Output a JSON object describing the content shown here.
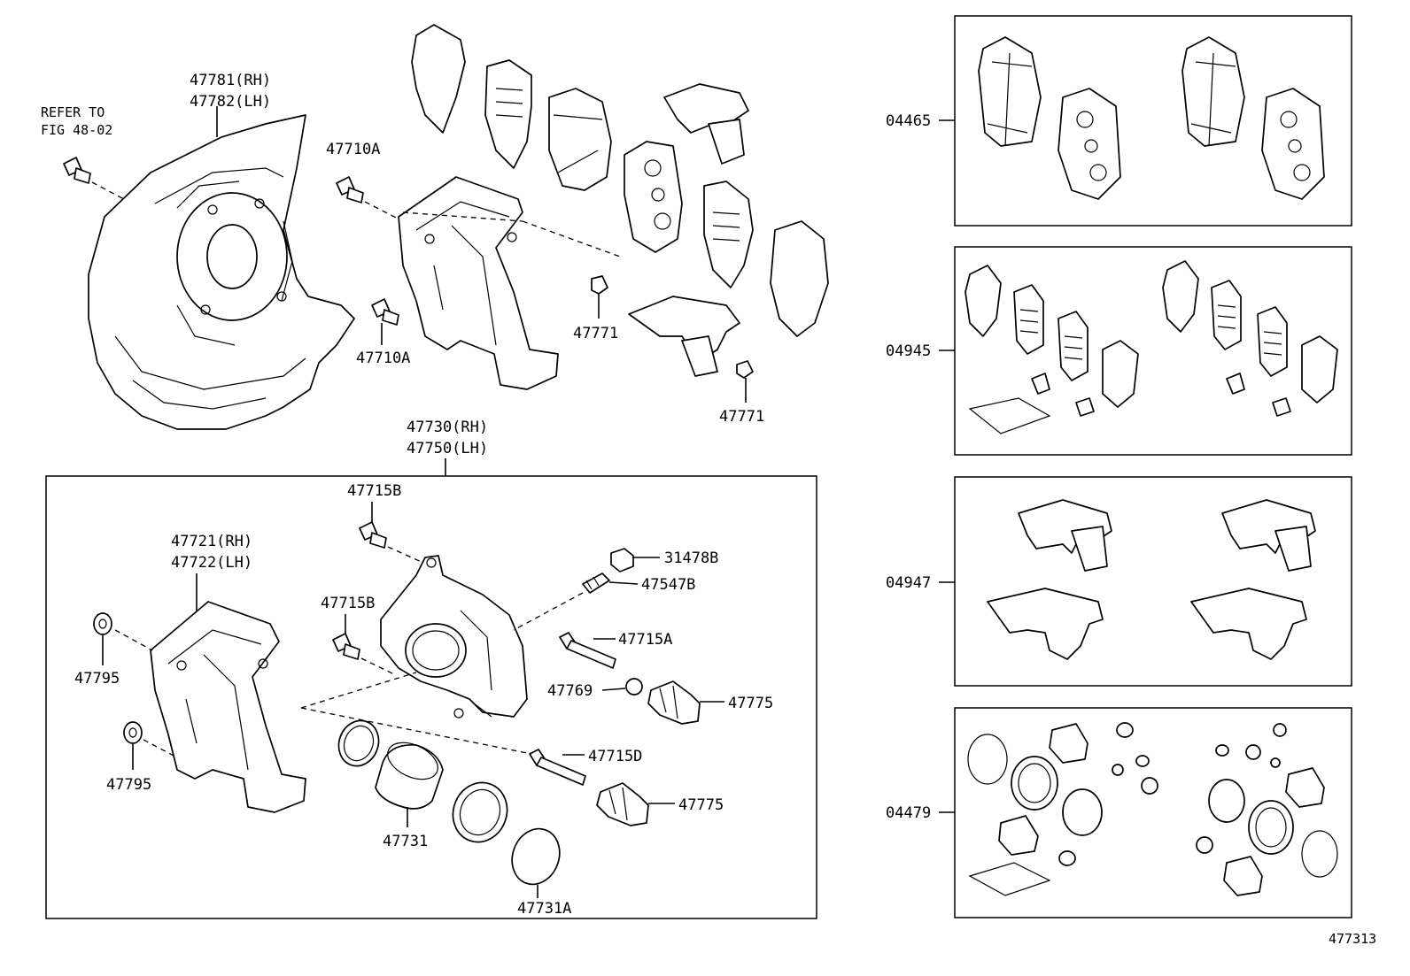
{
  "diagram_id": "477313",
  "refer_note": [
    "REFER TO",
    "FIG 48-02"
  ],
  "callouts": {
    "dust_cover": [
      "47781(RH)",
      "47782(LH)"
    ],
    "caliper_assy": [
      "47730(RH)",
      "47750(LH)"
    ],
    "mounting": [
      "47721(RH)",
      "47722(LH)"
    ],
    "bolt_top": "47710A",
    "bolt_mid": "47710A",
    "clip_a": "47771",
    "clip_b": "47771",
    "bolt_b1": "47715B",
    "bolt_b2": "47715B",
    "cap": "31478B",
    "bleeder": "47547B",
    "pin_a": "47715A",
    "bushing": "47769",
    "boot_a": "47775",
    "pin_d": "47715D",
    "boot_b": "47775",
    "washer_a": "47795",
    "washer_b": "47795",
    "piston": "47731",
    "seal": "47731A"
  },
  "kits": [
    "04465",
    "04945",
    "04947",
    "04479"
  ]
}
